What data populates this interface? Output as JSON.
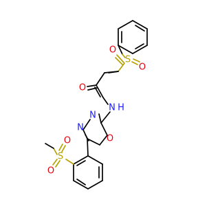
{
  "molecule": {
    "colors": {
      "O": "#e8000b",
      "N": "#1a1aff",
      "S": "#b5a100",
      "bond": "#000000"
    },
    "atoms": {
      "sulfonyl_top_s": "S",
      "sulfonyl_top_o1": "O",
      "sulfonyl_top_o2": "O",
      "carbonyl_o": "O",
      "amide_n": "N",
      "amide_h": "H",
      "ring_n1": "N",
      "ring_n2": "N",
      "ring_o": "O",
      "sulfonyl_bottom_s": "S",
      "sulfonyl_bottom_o1": "O",
      "sulfonyl_bottom_o2": "O"
    }
  }
}
